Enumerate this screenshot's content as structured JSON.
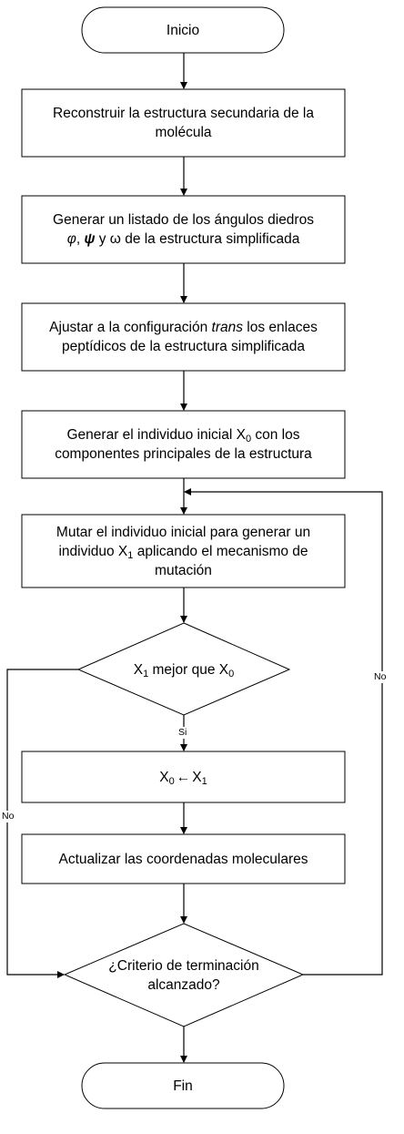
{
  "steps": {
    "inicio": "Inicio",
    "s1_l1": "Reconstruir la estructura secundaria de la",
    "s1_l2": "molécula",
    "s2_l1": "Generar un listado de los ángulos diedros",
    "s2_phi": "φ",
    "s2_sep": ", ",
    "s2_psi": "ψ",
    "s2_rest": " y ω de la estructura simplificada",
    "s3_pre": "Ajustar a la configuración ",
    "s3_em": "trans",
    "s3_post": " los enlaces",
    "s3_l2": "peptídicos de la estructura simplificada",
    "s4_pre": "Generar el individuo inicial X",
    "s4_sub": "0",
    "s4_post": " con los",
    "s4_l2": "componentes principales de la estructura",
    "s5_l1": "Mutar el individuo inicial para generar un",
    "s5_pre": "individuo X",
    "s5_sub": "1",
    "s5_post": " aplicando el mecanismo de",
    "s5_l3": "mutación",
    "d1_x": "X",
    "d1_sub1": "1",
    "d1_mid": " mejor que X",
    "d1_sub2": "0",
    "s6_x0": "X",
    "s6_sub0": "0",
    "s6_arrow": "←",
    "s6_x1": "X",
    "s6_sub1": "1",
    "s7": "Actualizar las coordenadas moleculares",
    "d2_l1": "¿Criterio de terminación",
    "d2_l2": "alcanzado?",
    "fin": "Fin"
  },
  "edge_labels": {
    "si": "Si",
    "no_left": "No",
    "no_right": "No"
  }
}
